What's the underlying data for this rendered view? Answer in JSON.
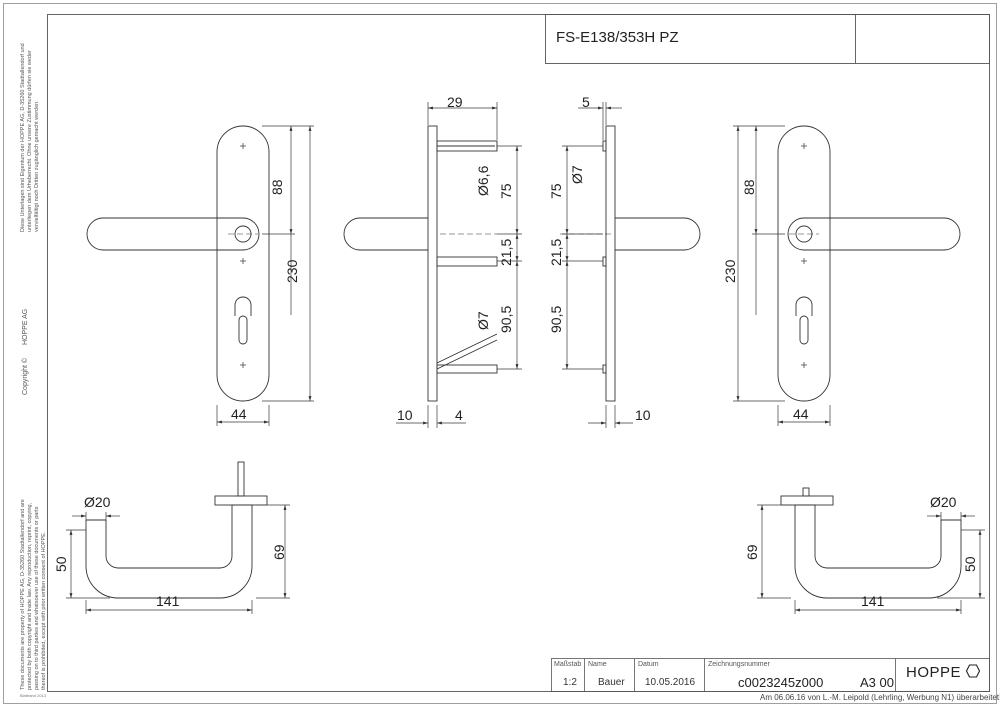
{
  "title": "FS-E138/353H PZ",
  "dimensions": {
    "front_left": {
      "height_upper": "88",
      "height_total": "230",
      "width": "44"
    },
    "side_left": {
      "top": "29",
      "bore_upper": "Ø6,6",
      "spacing_upper": "75",
      "spacing_mid": "21,5",
      "bore_lower": "Ø7",
      "spacing_lower": "90,5",
      "offset_left": "10",
      "offset_right": "4"
    },
    "side_right": {
      "top": "5",
      "bore": "Ø7",
      "spacing_upper": "75",
      "spacing_mid": "21,5",
      "spacing_lower": "90,5",
      "offset": "10"
    },
    "front_right": {
      "height_upper": "88",
      "height_total": "230",
      "width": "44"
    },
    "plan_left": {
      "diameter": "Ø20",
      "height": "50",
      "projection": "69",
      "length": "141"
    },
    "plan_right": {
      "diameter": "Ø20",
      "height": "50",
      "projection": "69",
      "length": "141"
    }
  },
  "title_block": {
    "labels": {
      "scale": "Maßstab",
      "name": "Name",
      "date": "Datum",
      "drawing_no": "Zeichnungsnummer"
    },
    "values": {
      "scale": "1:2",
      "name": "Bauer",
      "date": "10.05.2016",
      "drawing_no": "c0023245z000",
      "format": "A3 00"
    },
    "logo": "HOPPE",
    "revision_note": "Am 06.06.16 von L.-M. Leipold (Lehrling, Werbung N1) überarbeitet!"
  },
  "margin": {
    "copyright": "Copyright ©",
    "company": "HOPPE AG",
    "legal_de": "Diese Unterlagen sind Eigentum der HOPPE AG, D-35260 Stadtallendorf und unterliegen dem Urheberrecht. Ohne unsere Zustimmung dürfen sie weder vervielfältigt noch Dritten zugänglich gemacht werden.",
    "legal_en": "These documents are property of HOPPE AG, D-35260 Stadtallendorf and are protected by both copyright and trade law. Any reproduction, reprint, copying, passing on to third parties and whatsoever use of these documents or parts thereof is prohibited, except with prior written consent of HOPPE.",
    "small_note": "Blattrand 2013"
  },
  "colors": {
    "line": "#333333",
    "dim": "#3a3a3a",
    "background": "#ffffff"
  }
}
